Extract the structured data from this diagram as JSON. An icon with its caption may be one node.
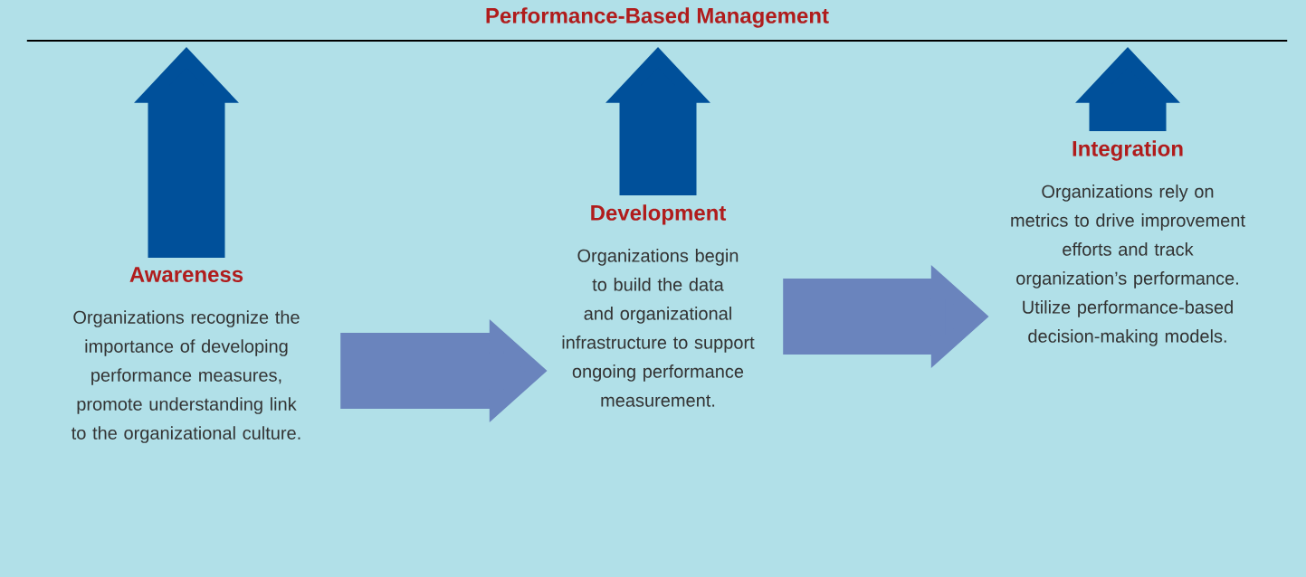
{
  "diagram": {
    "nodes": [
      {
        "text": [
          "Awareness",
          "Organizations recognize the importance of developing performance measures, promote understanding link to the organizational culture."
        ]
      },
      {
        "text": [
          "Development",
          "Organizations begin to build the data and organizational infrastructure to support ongoing performance measurement."
        ]
      },
      {
        "text": [
          "Integration",
          "Organizations rely on metrics to drive improvement efforts and track organization’s performance. Utilize performance-based decision-making models."
        ]
      },
      {
        "text": [
          "Performance-Based Management"
        ]
      }
    ],
    "edges": [
      {
        "from": 0,
        "to": 1,
        "arrow": "to",
        "color": "#6a84bd"
      },
      {
        "from": 1,
        "to": 2,
        "arrow": "to",
        "color": "#6a84bd"
      },
      {
        "from": 0,
        "to": 3,
        "arrow": "to",
        "color": "#00509a"
      },
      {
        "from": 1,
        "to": 3,
        "arrow": "to",
        "color": "#00509a"
      },
      {
        "from": 2,
        "to": 3,
        "arrow": "to",
        "color": "#00509a"
      }
    ]
  }
}
